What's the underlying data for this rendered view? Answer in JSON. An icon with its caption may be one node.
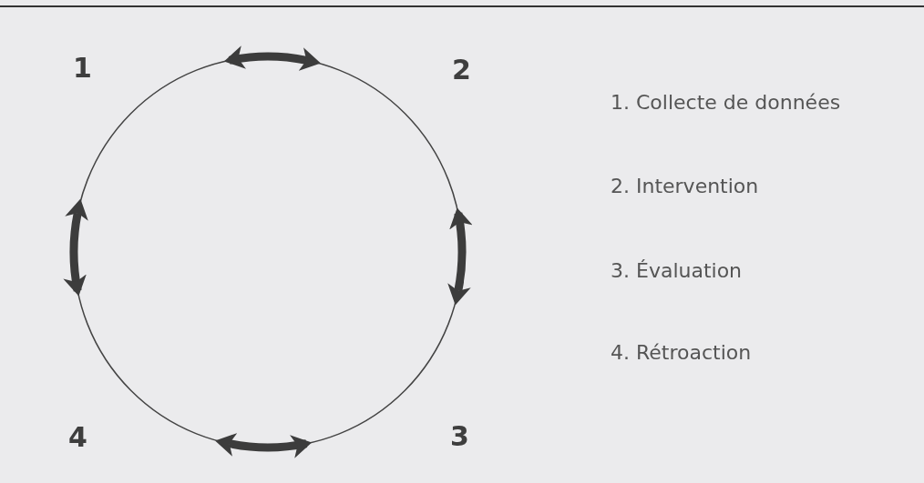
{
  "diagram": {
    "labels": [
      "1",
      "2",
      "1. Collecte de données",
      "2. Intervention",
      "3. Évaluation",
      "4. Rétroaction",
      "4",
      "3"
    ]
  }
}
